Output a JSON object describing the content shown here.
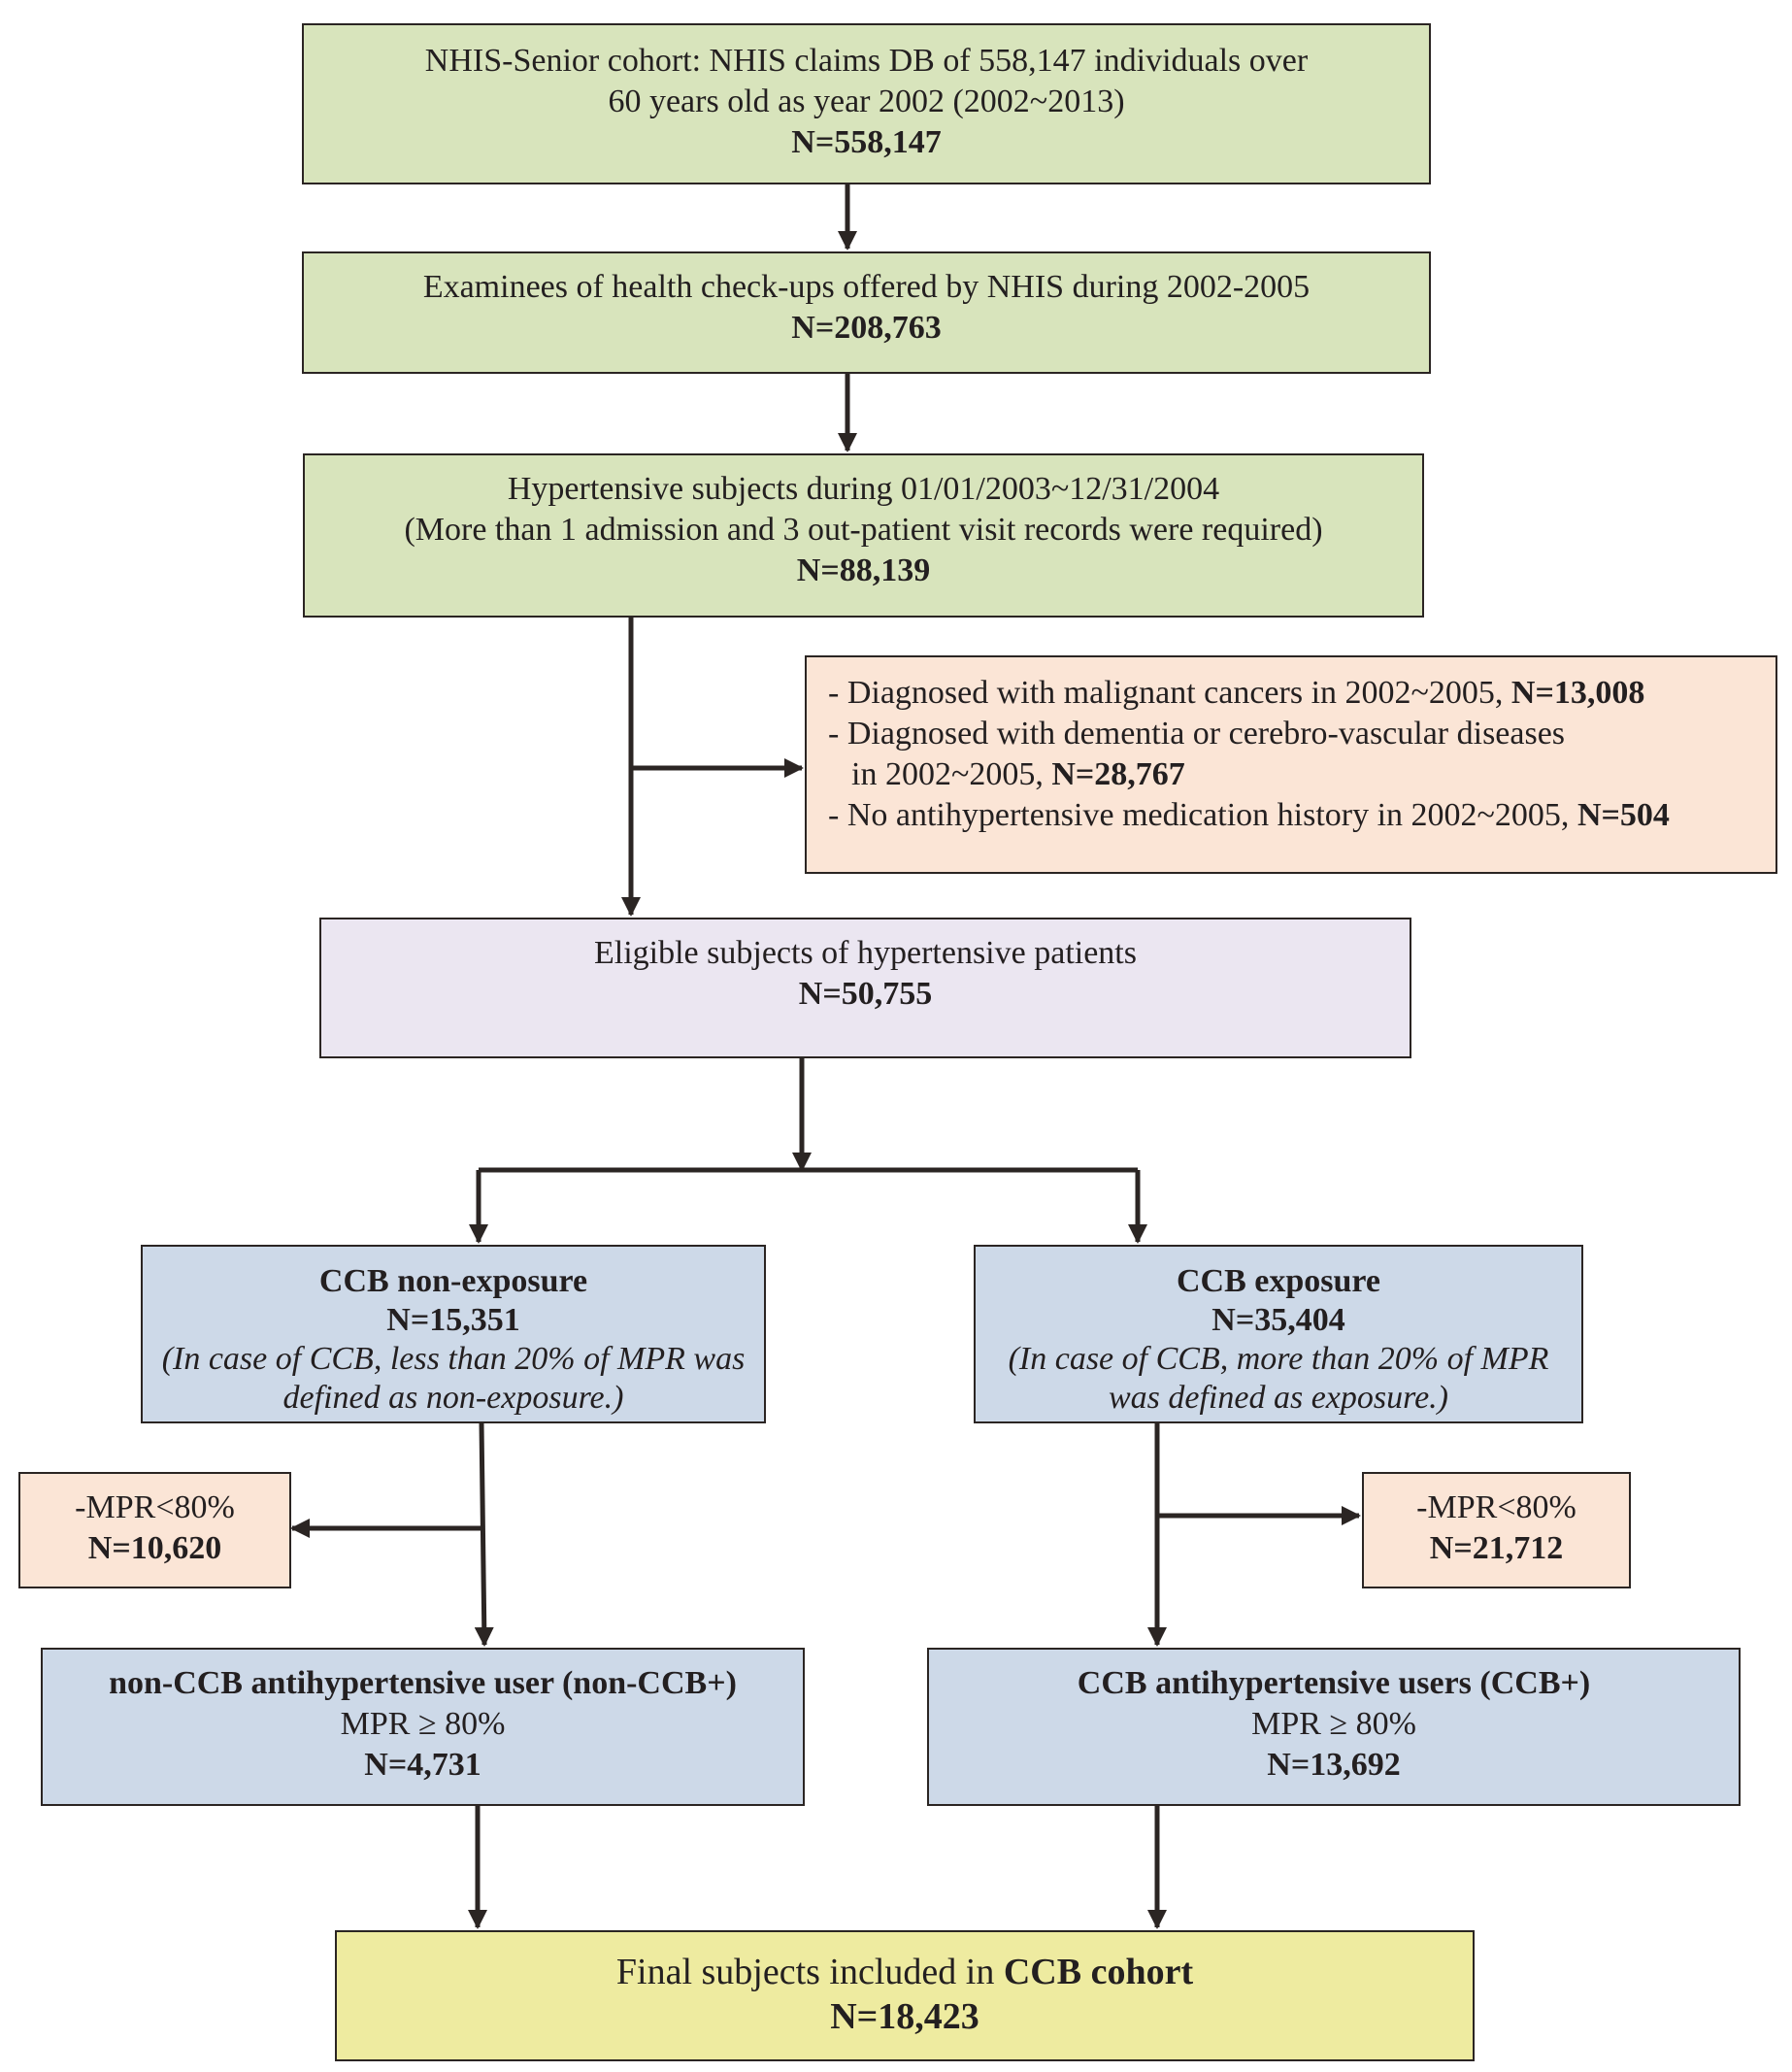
{
  "boxes": {
    "cohort": {
      "line1": "NHIS-Senior cohort: NHIS claims DB of 558,147 individuals over",
      "line2": "60 years old as year 2002 (2002~2013)",
      "n": "N=558,147"
    },
    "examinees": {
      "line1": "Examinees of health check-ups offered by NHIS during 2002-2005",
      "n": "N=208,763"
    },
    "hypertensive": {
      "line1": "Hypertensive subjects during 01/01/2003~12/31/2004",
      "line2": "(More than 1 admission and 3 out-patient visit records were required)",
      "n": "N=88,139"
    },
    "exclusion": {
      "item1_text": "- Diagnosed with malignant cancers in 2002~2005, ",
      "item1_n": "N=13,008",
      "item2_text_a": "- Diagnosed with dementia or cerebro-vascular diseases",
      "item2_text_b": "in 2002~2005, ",
      "item2_n": "N=28,767",
      "item3_text": "- No antihypertensive medication history in 2002~2005, ",
      "item3_n": "N=504"
    },
    "eligible": {
      "line1": "Eligible subjects of hypertensive patients",
      "n": "N=50,755"
    },
    "non_exposure": {
      "title": "CCB non-exposure",
      "n": "N=15,351",
      "note1": "(In case of CCB, less than 20% of MPR was",
      "note2": "defined as non-exposure.)"
    },
    "exposure": {
      "title": "CCB exposure",
      "n": "N=35,404",
      "note1": "(In case of CCB, more than 20% of MPR",
      "note2": "was defined as exposure.)"
    },
    "excl_left": {
      "label": "-MPR<80%",
      "n": "N=10,620"
    },
    "excl_right": {
      "label": "-MPR<80%",
      "n": "N=21,712"
    },
    "non_ccb_users": {
      "title": "non-CCB antihypertensive user (non-CCB+)",
      "mpr": "MPR ≥ 80%",
      "n": "N=4,731"
    },
    "ccb_users": {
      "title": "CCB antihypertensive users (CCB+)",
      "mpr": "MPR ≥ 80%",
      "n": "N=13,692"
    },
    "final": {
      "text": "Final subjects included in ",
      "bold": "CCB cohort",
      "n": "N=18,423"
    }
  },
  "colors": {
    "green": "#d8e4bc",
    "peach": "#fbe5d6",
    "lavender": "#ebe6f1",
    "blue": "#cdd9e8",
    "yellow": "#eeeba0",
    "line": "#2b2523"
  }
}
